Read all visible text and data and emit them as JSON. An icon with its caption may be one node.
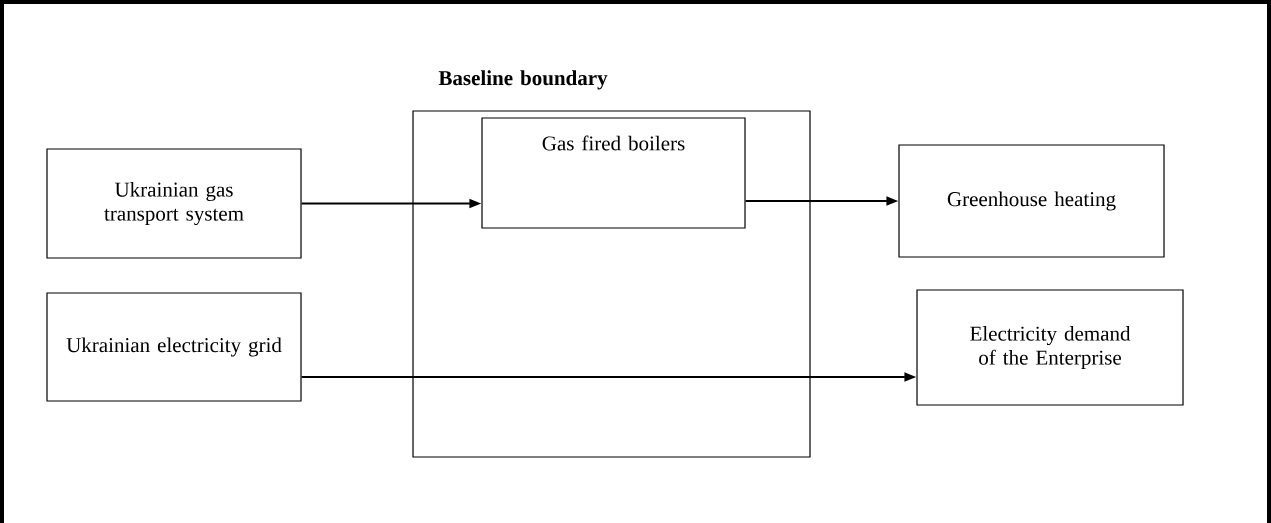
{
  "diagram": {
    "nodes": [
      {
        "text": [
          "Baseline boundary"
        ]
      },
      {
        "text": [
          "Gas fired boilers"
        ],
        "in": 0
      },
      {
        "text": [
          "Ukrainian gas transport system"
        ]
      },
      {
        "text": [
          "Greenhouse heating"
        ]
      },
      {
        "text": [
          "Ukrainian electricity grid"
        ]
      },
      {
        "text": [
          "Electricity demand of the Enterprise"
        ]
      }
    ],
    "edges": [
      {
        "from": 2,
        "to": 1,
        "arrow": "to"
      },
      {
        "from": 1,
        "to": 3,
        "arrow": "to"
      },
      {
        "from": 4,
        "to": 5,
        "arrow": "to"
      }
    ]
  }
}
